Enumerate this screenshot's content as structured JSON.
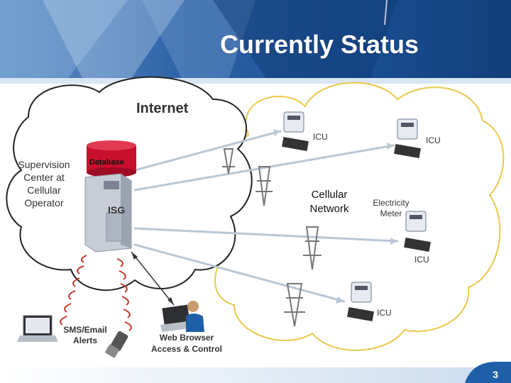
{
  "slide": {
    "title": "Currently Status",
    "page_number": "3"
  },
  "diagram": {
    "internet_label": "Internet",
    "supervision_label_lines": [
      "Supervision",
      "Center at",
      "Cellular",
      "Operator"
    ],
    "database_label": "Database",
    "isg_label": "ISG",
    "cellular_network_label_lines": [
      "Cellular",
      "Network"
    ],
    "electricity_meter_label_lines": [
      "Electricity",
      "Meter"
    ],
    "icu_labels": [
      "ICU",
      "ICU",
      "ICU",
      "ICU"
    ],
    "sms_label_lines": [
      "SMS/Email",
      "Alerts"
    ],
    "web_label_lines": [
      "Web Browser",
      "Access & Control"
    ]
  },
  "colors": {
    "header_blue": "#1b4f93",
    "header_light": "#6fa2d6",
    "internet_cloud_stroke": "#222222",
    "cellular_cloud_stroke": "#e8c84a",
    "database_red": "#c8102e",
    "link_line": "#b9c7d6",
    "signal_wave": "#c0392b"
  },
  "icons": [
    "server-icon",
    "database-icon",
    "cell-tower-icon",
    "electricity-meter-icon",
    "laptop-icon",
    "user-icon",
    "mobile-phone-icon"
  ]
}
